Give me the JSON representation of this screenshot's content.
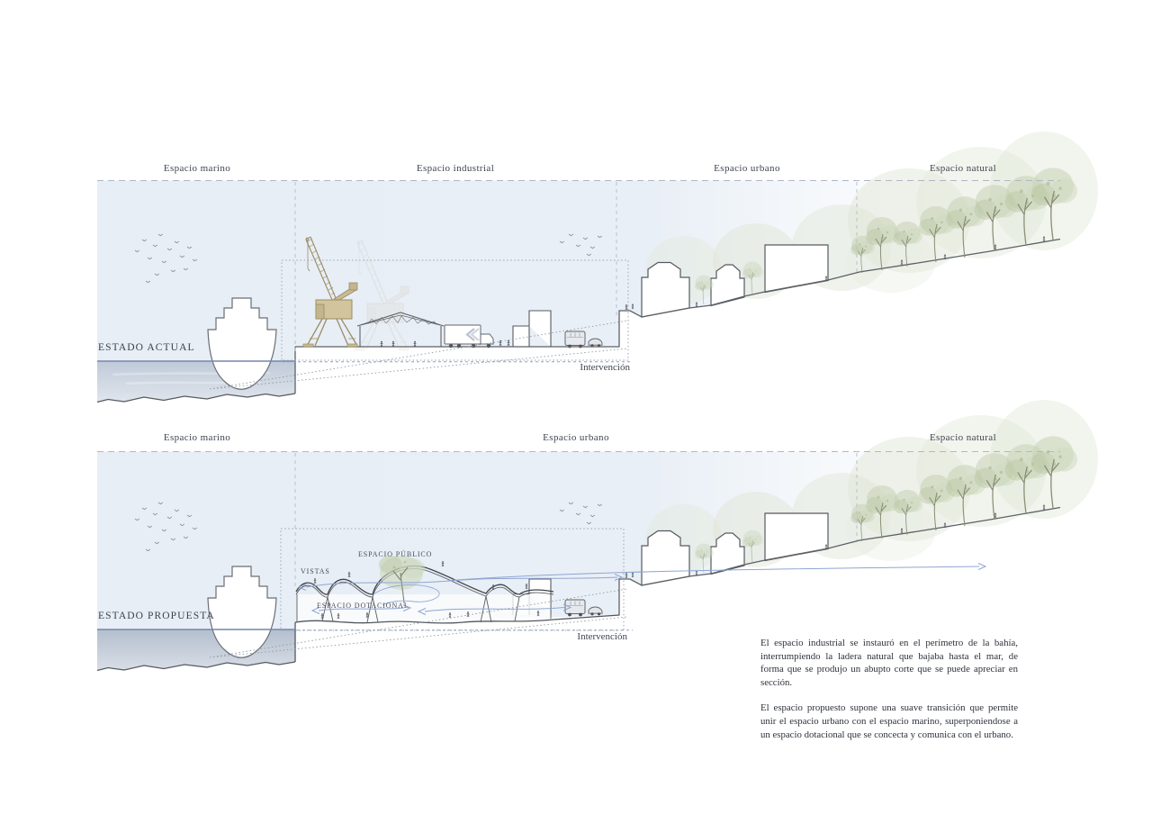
{
  "sections": [
    {
      "title": "ESTADO ACTUAL",
      "zones": [
        {
          "label": "Espacio marino"
        },
        {
          "label": "Espacio industrial"
        },
        {
          "label": "Espacio urbano"
        },
        {
          "label": "Espacio natural"
        }
      ],
      "intervention_label": "Intervención"
    },
    {
      "title": "ESTADO PROPUESTA",
      "zones": [
        {
          "label": "Espacio marino"
        },
        {
          "label": "Espacio urbano"
        },
        {
          "label": "Espacio natural"
        }
      ],
      "intervention_label": "Intervención",
      "annotations": {
        "vistas": "VISTAS",
        "publico": "ESPACIO PÚBLICO",
        "dotacional": "ESPACIO DOTACIONAL"
      }
    }
  ],
  "description": {
    "paragraph_1": "El espacio industrial se instauró en el perímetro de la bahía, interrumpiendo la ladera natural que bajaba hasta el mar, de forma que se produjo un abupto corte que  se puede apreciar en sección.",
    "paragraph_2": "El espacio propuesto supone una suave transición que permite unir el espacio urbano con el espacio marino, superponiendose a un espacio dotacional que se concecta y comunica con el urbano."
  },
  "colors": {
    "water_line": "#7487ac",
    "water_fill": "#c0cbd9",
    "tree_green": "#c6d1b5",
    "crane_tan": "#cfc19a",
    "arrow_blue": "#8ea6d2",
    "dash_gray": "#aeb9c6",
    "ink": "#4a4f58"
  }
}
